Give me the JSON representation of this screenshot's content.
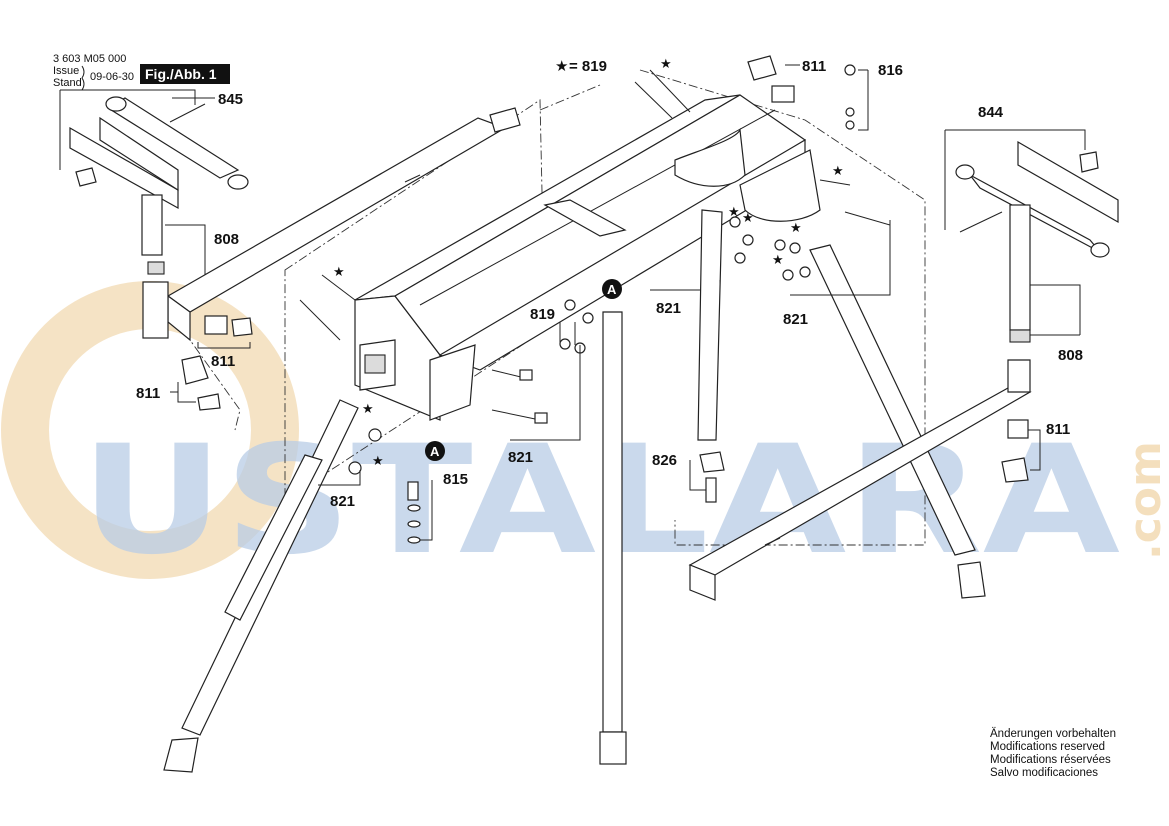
{
  "header": {
    "doc_number": "3 603 M05 000",
    "issue_label": "Issue",
    "stand_label": "Stand",
    "date": "09-06-30",
    "figure_label": "Fig./Abb. 1"
  },
  "legend": {
    "star_text": "= 819"
  },
  "callouts": {
    "p845": "845",
    "p808_left": "808",
    "p811_a": "811",
    "p811_b": "811",
    "p811_c": "811",
    "p811_d": "811",
    "p816": "816",
    "p844": "844",
    "p808_right": "808",
    "p819": "819",
    "p821_a": "821",
    "p821_b": "821",
    "p821_c": "821",
    "p821_d": "821",
    "p815": "815",
    "p826": "826",
    "marker_a1": "A",
    "marker_a2": "A"
  },
  "watermark": {
    "brand": "USTALARA",
    "suffix": ".com",
    "color_main": "#b9cde6",
    "color_accent": "#f3dcb6"
  },
  "notes": [
    "Änderungen vorbehalten",
    "Modifications reserved",
    "Modifications réservées",
    "Salvo modificaciones"
  ]
}
